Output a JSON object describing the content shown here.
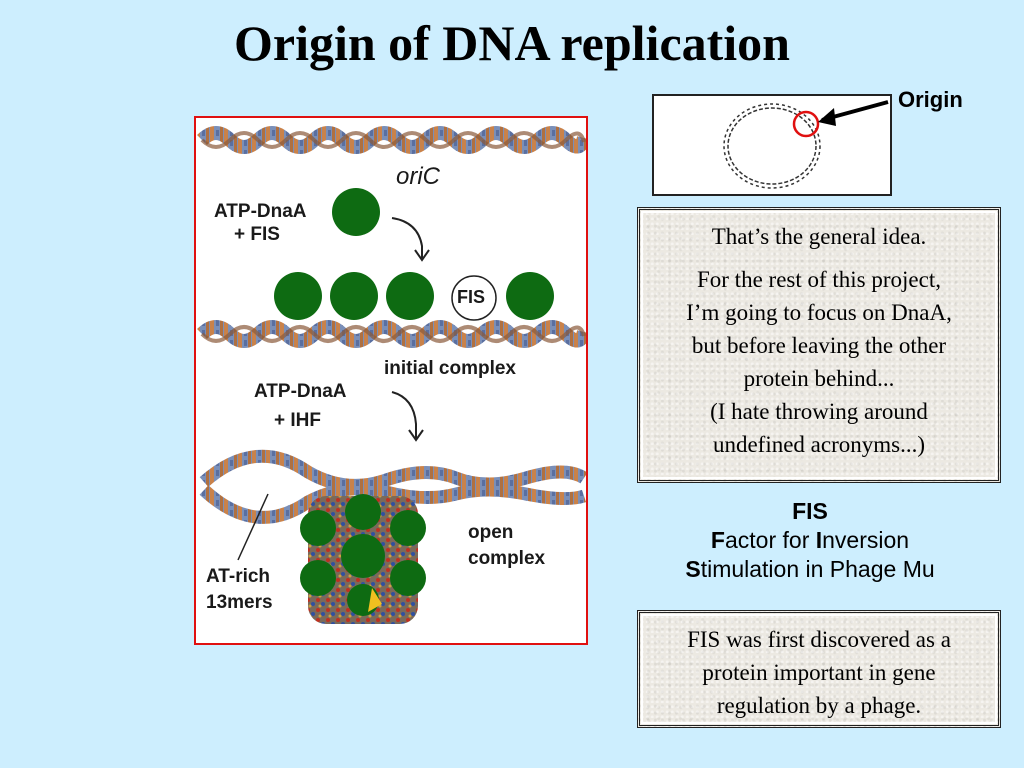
{
  "slide": {
    "title": "Origin of DNA replication"
  },
  "figure": {
    "oric": "oriC",
    "atp_dnaa_1": "ATP-DnaA",
    "plus_fis": "+ FIS",
    "fis_circle": "FIS",
    "initial_complex": "initial complex",
    "atp_dnaa_2": "ATP-DnaA",
    "plus_ihf": "+ IHF",
    "open_complex_line1": "open",
    "open_complex_line2": "complex",
    "at_rich_line1": "AT-rich",
    "at_rich_line2": "13mers",
    "colors": {
      "protein": "#0e6b12",
      "border": "#e01010"
    }
  },
  "inset": {
    "label": "Origin",
    "highlight_color": "#e01010"
  },
  "box1": {
    "line1": "That’s the general idea.",
    "para2_l1": "For the rest of this project,",
    "para2_l2": "I’m going to focus on DnaA,",
    "para2_l3": "but before leaving the other",
    "para2_l4": "protein behind...",
    "para2_l5": "(I hate throwing around",
    "para2_l6": "undefined acronyms...)"
  },
  "fis_definition": {
    "heading": "FIS",
    "l2_first": "F",
    "l2_rest": "actor for ",
    "l2_first2": "I",
    "l2_rest2": "nversion",
    "l3_first": "S",
    "l3_rest": "timulation in Phage Mu"
  },
  "box2": {
    "l1": "FIS was first discovered as a",
    "l2": "protein important in gene",
    "l3": "regulation by a phage."
  }
}
